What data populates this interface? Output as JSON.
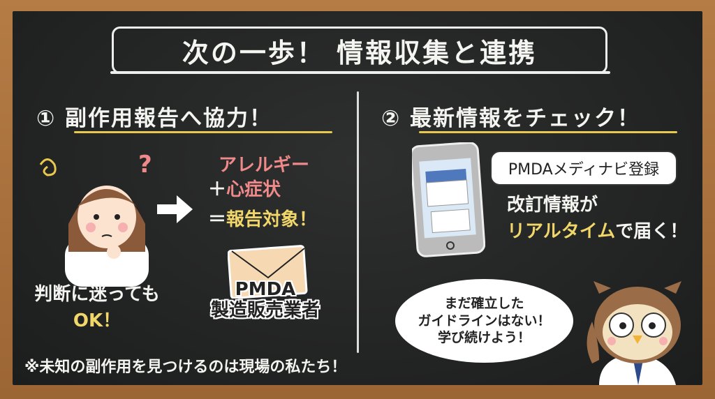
{
  "title": "次の一歩！ 情報収集と連携",
  "left": {
    "heading": "① 副作用報告へ協力！",
    "line1": "アレルギー",
    "plus": "＋",
    "line2": "心症状",
    "equals": "＝",
    "line3": "報告対象！",
    "recipient1": "PMDA",
    "recipient2": "製造販売業者",
    "caption1": "判断に迷っても",
    "caption2": "OK！",
    "question_mark": "?"
  },
  "right": {
    "heading": "② 最新情報をチェック！",
    "bubble": "PMDAメディナビ登録",
    "line1": "改訂情報が",
    "line2_highlight": "リアルタイム",
    "line2_rest": "で届く！",
    "owl_line1": "まだ確立した",
    "owl_line2": "ガイドラインはない！",
    "owl_line3": "学び続けよう！"
  },
  "footnote": "※未知の副作用を見つけるのは現場の私たち！",
  "colors": {
    "board": "#252626",
    "frame": "#a9733f",
    "yellow": "#f1d66a",
    "red": "#f08a8a"
  }
}
